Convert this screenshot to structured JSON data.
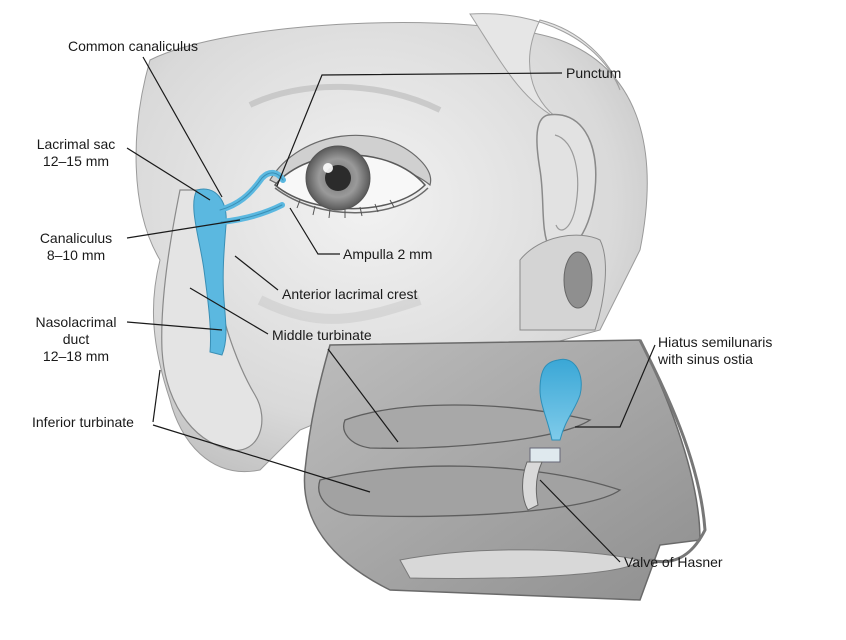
{
  "labels": {
    "common_canaliculus": "Common canaliculus",
    "punctum": "Punctum",
    "lacrimal_sac_line1": "Lacrimal sac",
    "lacrimal_sac_line2": "12–15 mm",
    "canaliculus_line1": "Canaliculus",
    "canaliculus_line2": "8–10 mm",
    "ampulla": "Ampulla 2 mm",
    "anterior_lacrimal_crest": "Anterior lacrimal crest",
    "nasolacrimal_line1": "Nasolacrimal",
    "nasolacrimal_line2": "duct",
    "nasolacrimal_line3": "12–18 mm",
    "middle_turbinate": "Middle turbinate",
    "hiatus_line1": "Hiatus semilunaris",
    "hiatus_line2": "with sinus ostia",
    "inferior_turbinate": "Inferior turbinate",
    "valve_of_hasner": "Valve of Hasner"
  },
  "colors": {
    "lacrimal_blue": "#5bb8e0",
    "skin_shade": "#c9c9c9",
    "line": "#1a1a1a"
  }
}
